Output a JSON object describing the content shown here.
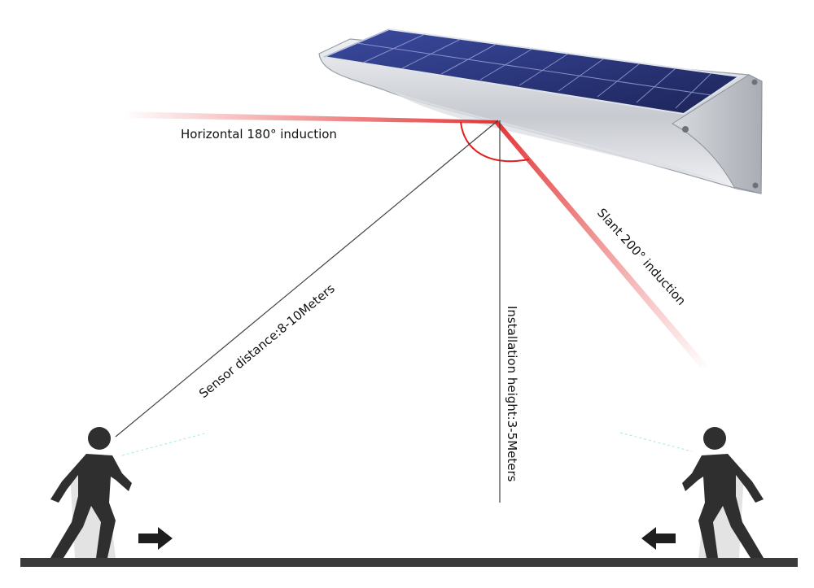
{
  "labels": {
    "horizontal": "Horizontal 180°  induction",
    "slant": "Slant 200°  induction",
    "sensor_distance": "Sensor distance:8-10Meters",
    "installation_height": "Installation height:3-5Meters"
  },
  "icons": {
    "lamp": "solar-wall-lamp-icon",
    "person": "walking-person-icon",
    "arrow": "direction-arrow-icon"
  },
  "colors": {
    "beam": "#e02020",
    "guide_line": "#444444",
    "ground": "#3a3a3a",
    "panel": "#27306e",
    "housing": "#c9ccd2"
  }
}
